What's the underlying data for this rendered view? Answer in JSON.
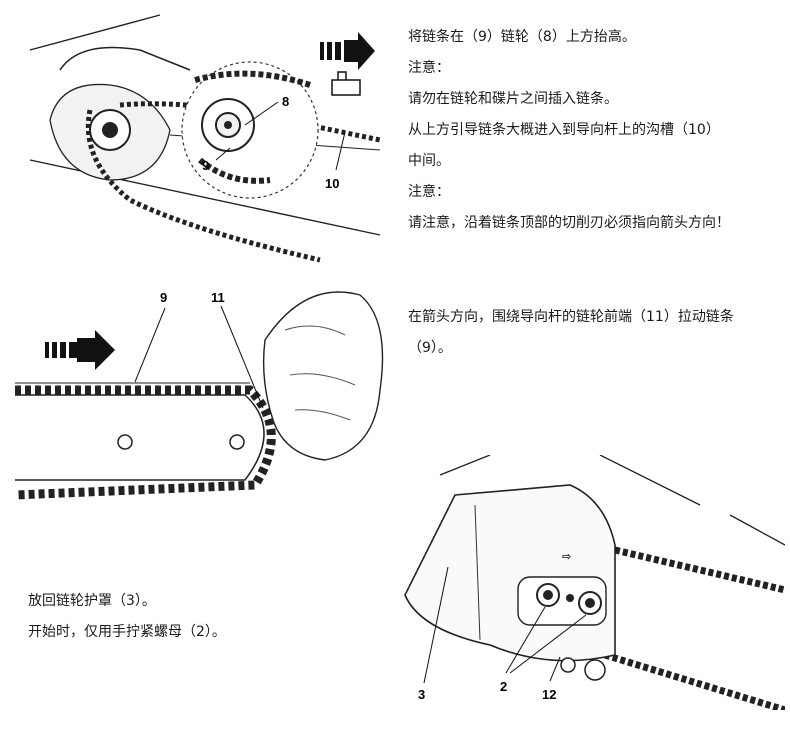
{
  "section1": {
    "lines": [
      "将链条在（9）链轮（8）上方抬高。",
      "注意：",
      "请勿在链轮和碟片之间插入链条。",
      "从上方引导链条大概进入到导向杆上的沟槽（10）",
      "中间。",
      "注意：",
      "请注意，沿着链条顶部的切削刃必须指向箭头方向！"
    ],
    "figure": {
      "labels": {
        "sprocket": "8",
        "chain": "9",
        "groove": "10"
      }
    }
  },
  "section2": {
    "lines": [
      "在箭头方向，围绕导向杆的链轮前端（11）拉动链条",
      "（9）。"
    ],
    "figure": {
      "labels": {
        "chain": "9",
        "nose": "11"
      }
    }
  },
  "section3": {
    "lines": [
      "放回链轮护罩（3）。",
      "开始时，仅用手拧紧螺母（2）。"
    ],
    "figure": {
      "labels": {
        "cover": "3",
        "nuts": "2",
        "tensioner": "12"
      }
    }
  }
}
